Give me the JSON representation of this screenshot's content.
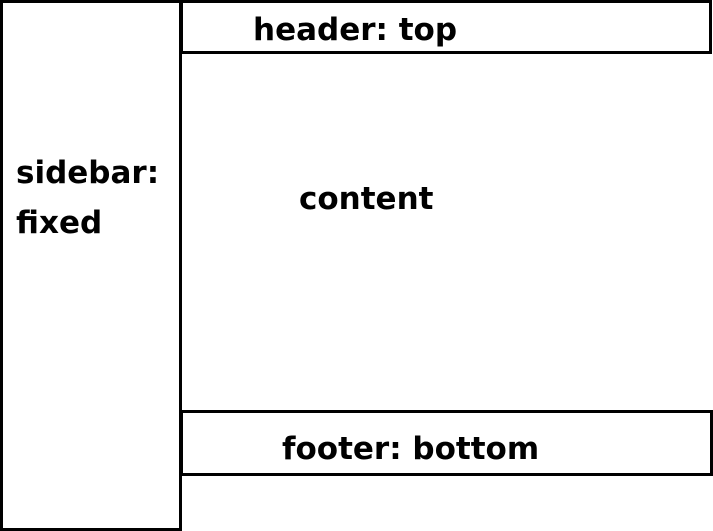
{
  "diagram": {
    "sidebar": {
      "label": "sidebar: fixed"
    },
    "header": {
      "label": "header: top"
    },
    "content": {
      "label": "content"
    },
    "footer": {
      "label": "footer: bottom"
    }
  },
  "colors": {
    "stroke": "#000000",
    "background": "#ffffff"
  }
}
